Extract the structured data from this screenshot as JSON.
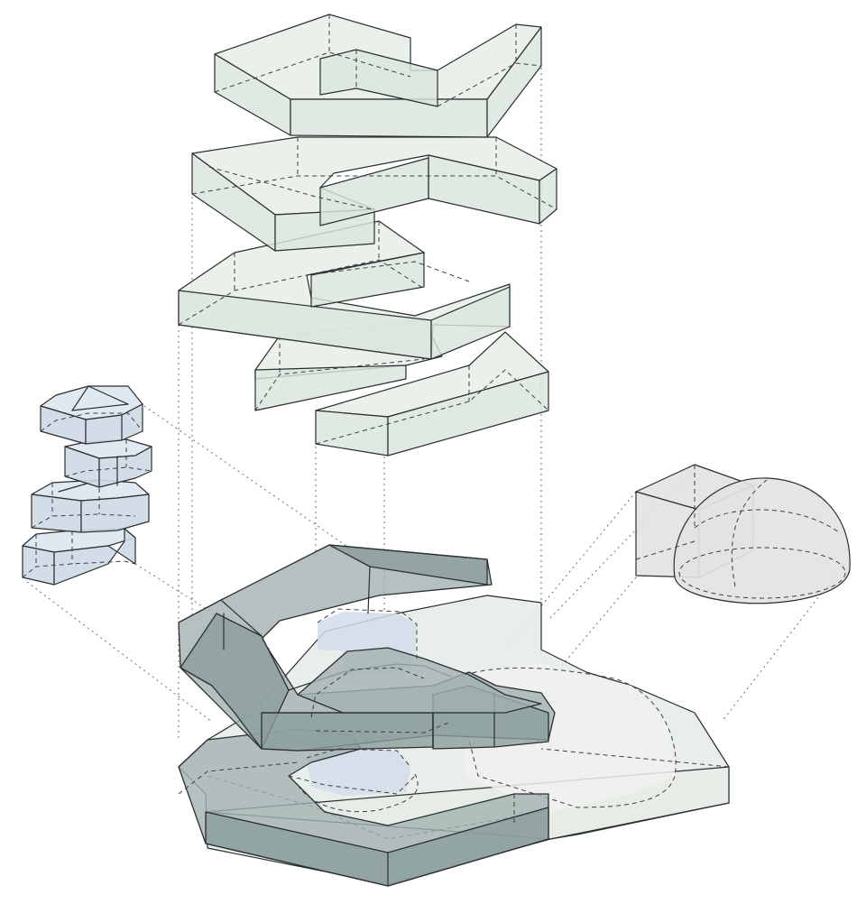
{
  "diagram": {
    "kind": "exploded-axonometric",
    "labels": [],
    "palette": {
      "tower_fill": "#d9e5dd",
      "cluster_fill": "#cdd9e6",
      "base_dark_fill": "#8a9c9c",
      "base_pale_fill": "#e6ece7",
      "dome_fill": "#e4e3e1",
      "line": "#2b2f30",
      "projection_line": "#6b6f70"
    },
    "components": [
      {
        "name": "stacked-slab-tower",
        "slab_count": 5
      },
      {
        "name": "stacked-box-cluster",
        "volume_count": 4
      },
      {
        "name": "cube-dome-volume"
      },
      {
        "name": "ground-floor-base"
      }
    ]
  }
}
